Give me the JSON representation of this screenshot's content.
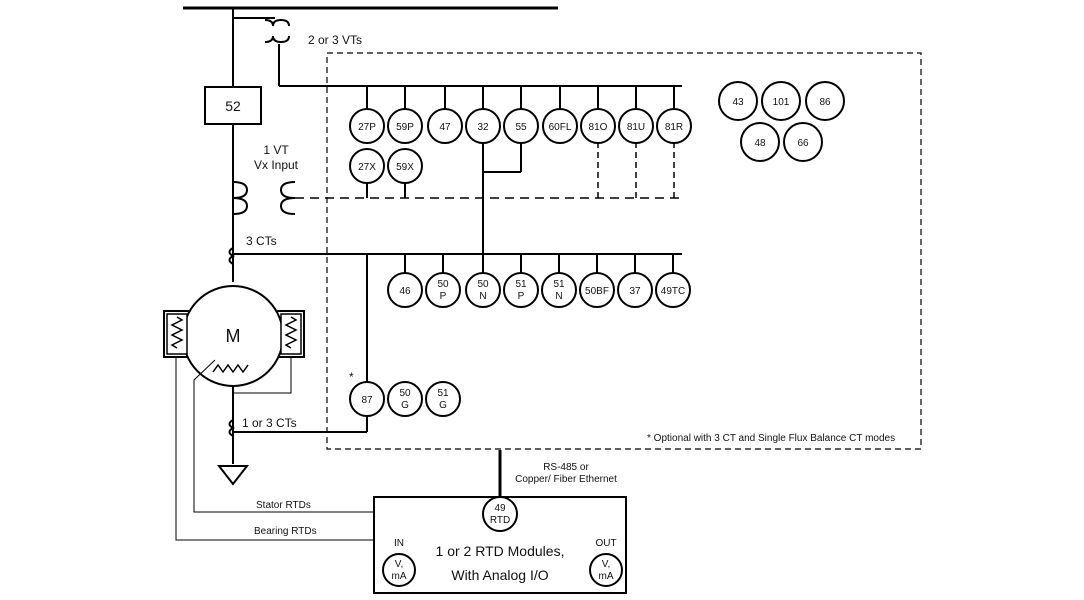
{
  "labels": {
    "vts": "2 or 3 VTs",
    "breaker": "52",
    "vt_line1": "1 VT",
    "vt_line2": "Vx Input",
    "cts": "3 CTs",
    "motor": "M",
    "ground_cts": "1 or 3 CTs",
    "asterisk": "*",
    "footnote": "*  Optional with 3 CT and Single Flux Balance CT modes",
    "comm_line1": "RS-485 or",
    "comm_line2": "Copper/ Fiber Ethernet",
    "stator_rtds": "Stator RTDs",
    "bearing_rtds": "Bearing RTDs",
    "rtd_module_line1": "1 or 2 RTD Modules,",
    "rtd_module_line2": "With Analog I/O",
    "in": "IN",
    "out": "OUT",
    "in_val": "V, mA",
    "out_val": "V, mA"
  },
  "relays": {
    "voltage_row1": [
      "27P",
      "59P",
      "47",
      "32",
      "55",
      "60FL",
      "81O",
      "81U",
      "81R"
    ],
    "voltage_row2": [
      "27X",
      "59X"
    ],
    "standalone_top": [
      "43",
      "101",
      "86"
    ],
    "standalone_bottom": [
      "48",
      "66"
    ],
    "current_row": [
      "46",
      "50 P",
      "50 N",
      "51 P",
      "51 N",
      "50BF",
      "37",
      "49TC"
    ],
    "differential_row": [
      "87",
      "50 G",
      "51 G"
    ],
    "rtd": "49 RTD"
  }
}
